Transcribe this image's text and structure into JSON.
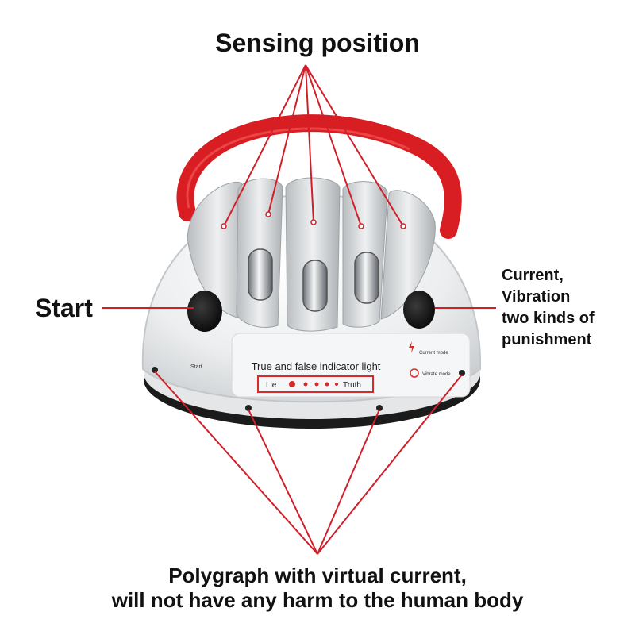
{
  "sensing_label": "Sensing position",
  "start_label": "Start",
  "punishment_lines": [
    "Current,",
    "Vibration",
    "two kinds of",
    "punishment"
  ],
  "device": {
    "panel_title": "True and false indicator light",
    "lie": "Lie",
    "truth": "Truth",
    "start_small": "Start",
    "current_mode": "Current mode",
    "vibrate_mode": "Vibrate mode"
  },
  "disclaimer_lines": [
    "Polygraph with virtual current,",
    "will not have any harm to the human body"
  ],
  "colors": {
    "annotation": "#d11f2a",
    "strap": "#d91e23",
    "body": "#eceeef",
    "indicator": "#d92a2a"
  }
}
